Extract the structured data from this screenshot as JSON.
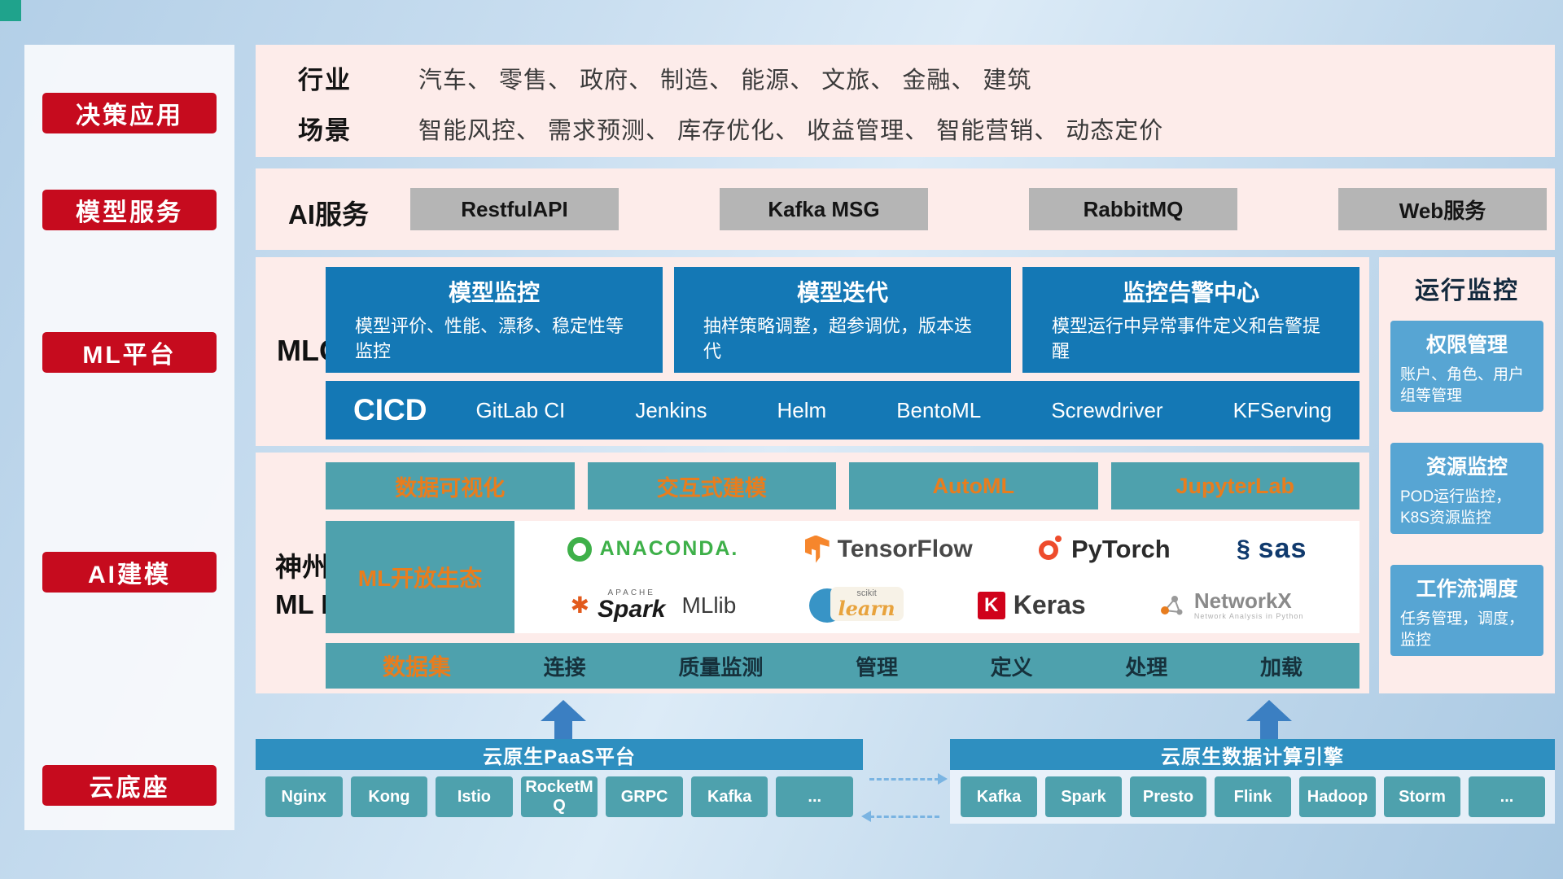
{
  "colors": {
    "accent_red": "#c60b1e",
    "panel_pink": "#fdecea",
    "card_blue": "#1478b5",
    "teal": "#4ea1ad",
    "light_blue_card": "#57a5d3",
    "header_blue": "#2e8fc0",
    "orange_accent": "#e87d1e"
  },
  "sidebar": {
    "items": [
      {
        "label": "决策应用"
      },
      {
        "label": "模型服务"
      },
      {
        "label": "ML平台"
      },
      {
        "label": "AI建模"
      },
      {
        "label": "云底座"
      }
    ]
  },
  "industry": {
    "row1_label": "行业",
    "row1_text": "汽车、 零售、 政府、 制造、 能源、 文旅、 金融、 建筑",
    "row2_label": "场景",
    "row2_text": "智能风控、 需求预测、 库存优化、 收益管理、 智能营销、 动态定价"
  },
  "ai_service": {
    "label": "AI服务",
    "buttons": [
      "RestfulAPI",
      "Kafka MSG",
      "RabbitMQ",
      "Web服务"
    ]
  },
  "mlops": {
    "label": "MLOps",
    "cards": [
      {
        "title": "模型监控",
        "desc": "模型评价、性能、漂移、稳定性等监控"
      },
      {
        "title": "模型迭代",
        "desc": "抽样策略调整，超参调优，版本迭代"
      },
      {
        "title": "监控告警中心",
        "desc": "模型运行中异常事件定义和告警提醒"
      }
    ],
    "cicd_label": "CICD",
    "cicd_items": [
      "GitLab CI",
      "Jenkins",
      "Helm",
      "BentoML",
      "Screwdriver",
      "KFServing"
    ]
  },
  "monitoring": {
    "title": "运行监控",
    "cards": [
      {
        "title": "权限管理",
        "desc": "账户、角色、用户组等管理"
      },
      {
        "title": "资源监控",
        "desc": "POD运行监控，K8S资源监控"
      },
      {
        "title": "工作流调度",
        "desc": "任务管理，调度，监控"
      }
    ]
  },
  "mllab": {
    "label_line1": "神州数码",
    "label_line2": "ML LAB",
    "tools": [
      "数据可视化",
      "交互式建模",
      "AutoML",
      "JupyterLab"
    ],
    "eco_label": "ML开放生态",
    "logos": {
      "anaconda": "ANACONDA.",
      "tensorflow": "TensorFlow",
      "pytorch": "PyTorch",
      "sas_swirl": "§",
      "sas": "sas",
      "apache": "APACHE",
      "spark": "Spark",
      "spark_star": "✱",
      "mllib": "MLlib",
      "scikit": "scikit",
      "learn": "learn",
      "keras_k": "K",
      "keras": "Keras",
      "networkx": "NetworkX",
      "networkx_sub": "Network Analysis in Python"
    },
    "dataset_label": "数据集",
    "dataset_items": [
      "连接",
      "质量监测",
      "管理",
      "定义",
      "处理",
      "加载"
    ]
  },
  "cloud": {
    "paas_title": "云原生PaaS平台",
    "paas_items": [
      "Nginx",
      "Kong",
      "Istio",
      "RocketMQ",
      "GRPC",
      "Kafka",
      "..."
    ],
    "engine_title": "云原生数据计算引擎",
    "engine_items": [
      "Kafka",
      "Spark",
      "Presto",
      "Flink",
      "Hadoop",
      "Storm",
      "..."
    ]
  }
}
